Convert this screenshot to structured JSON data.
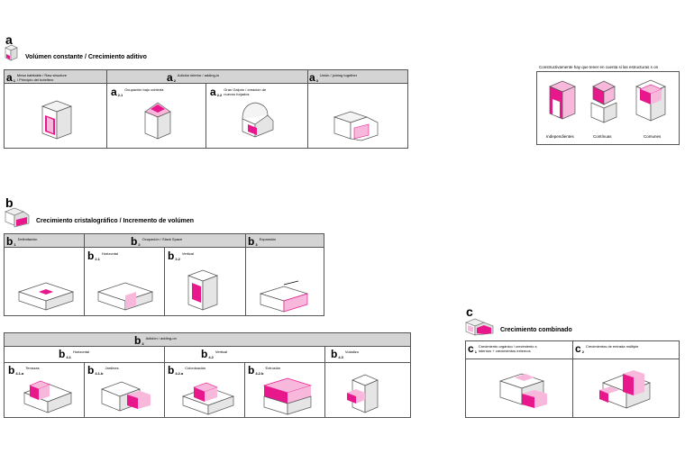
{
  "section_a": {
    "letter": "a",
    "title": "Volúmen constante / Crecimiento aditivo",
    "cells": [
      {
        "letter": "a",
        "sub": "1",
        "text1": "Mesa habitable / Raw structure",
        "text2": "/ Principio del botellero"
      },
      {
        "letter": "a",
        "sub": "2",
        "text1": "Adición interior / adding-in",
        "text2": ""
      },
      {
        "letter": "a",
        "sub": "3",
        "text1": "Unión / joining together",
        "text2": ""
      }
    ],
    "subcells": [
      {
        "letter": "a",
        "sub": "2.1",
        "text1": "Ocupación bajo cubierta",
        "text2": ""
      },
      {
        "letter": "a",
        "sub": "2.2",
        "text1": "Gran Galpón / creación de",
        "text2": "nuevos forjados"
      }
    ]
  },
  "section_side": {
    "note": "Constructivamente hay que tener en cuenta si las estructuras s  on",
    "labels": [
      "Independientes",
      "Contínuas",
      "Comunes"
    ]
  },
  "section_b": {
    "letter": "b",
    "title": "Crecimiento cristalográfico / Incremento de volúmen",
    "cells": [
      {
        "letter": "b",
        "sub": "1",
        "text1": "Delimitación",
        "text2": ""
      },
      {
        "letter": "b",
        "sub": "2",
        "text1": "Ocupación / Slack Space",
        "text2": ""
      },
      {
        "letter": "b",
        "sub": "3",
        "text1": "Expansión",
        "text2": ""
      }
    ],
    "subcells": [
      {
        "letter": "b",
        "sub": "2.1",
        "text1": "Horizontal",
        "text2": ""
      },
      {
        "letter": "b",
        "sub": "2.2",
        "text1": "Vertical",
        "text2": ""
      }
    ],
    "b4": {
      "header": {
        "letter": "b",
        "sub": "4",
        "text1": "Adición / adding-on"
      },
      "groups": [
        {
          "letter": "b",
          "sub": "4.1",
          "text1": "Horizontal"
        },
        {
          "letter": "b",
          "sub": "4.2",
          "text1": "Vertical"
        },
        {
          "letter": "b",
          "sub": "4.3",
          "text1": "Voladizo"
        }
      ],
      "subcells": [
        {
          "letter": "b",
          "sub": "4.1.a",
          "text1": "Terrazas"
        },
        {
          "letter": "b",
          "sub": "4.1.b",
          "text1": "Jardines"
        },
        {
          "letter": "b",
          "sub": "4.2.a",
          "text1": "Colonización"
        },
        {
          "letter": "b",
          "sub": "4.2.b",
          "text1": "Extrusión"
        }
      ]
    }
  },
  "section_c": {
    "letter": "c",
    "title": "Crecimiento combinado",
    "cells": [
      {
        "letter": "c",
        "sub": "1",
        "text1": "Crecimiento orgánico / crecimiento s",
        "text2": "internos + crecimientos  externos"
      },
      {
        "letter": "c",
        "sub": "2",
        "text1": "Crecimientos de entrada múltiple",
        "text2": ""
      }
    ]
  },
  "colors": {
    "accent": "#e8188c",
    "accent_light": "#f7b8dc",
    "header_bg": "#d4d4d4",
    "line": "#555555"
  }
}
